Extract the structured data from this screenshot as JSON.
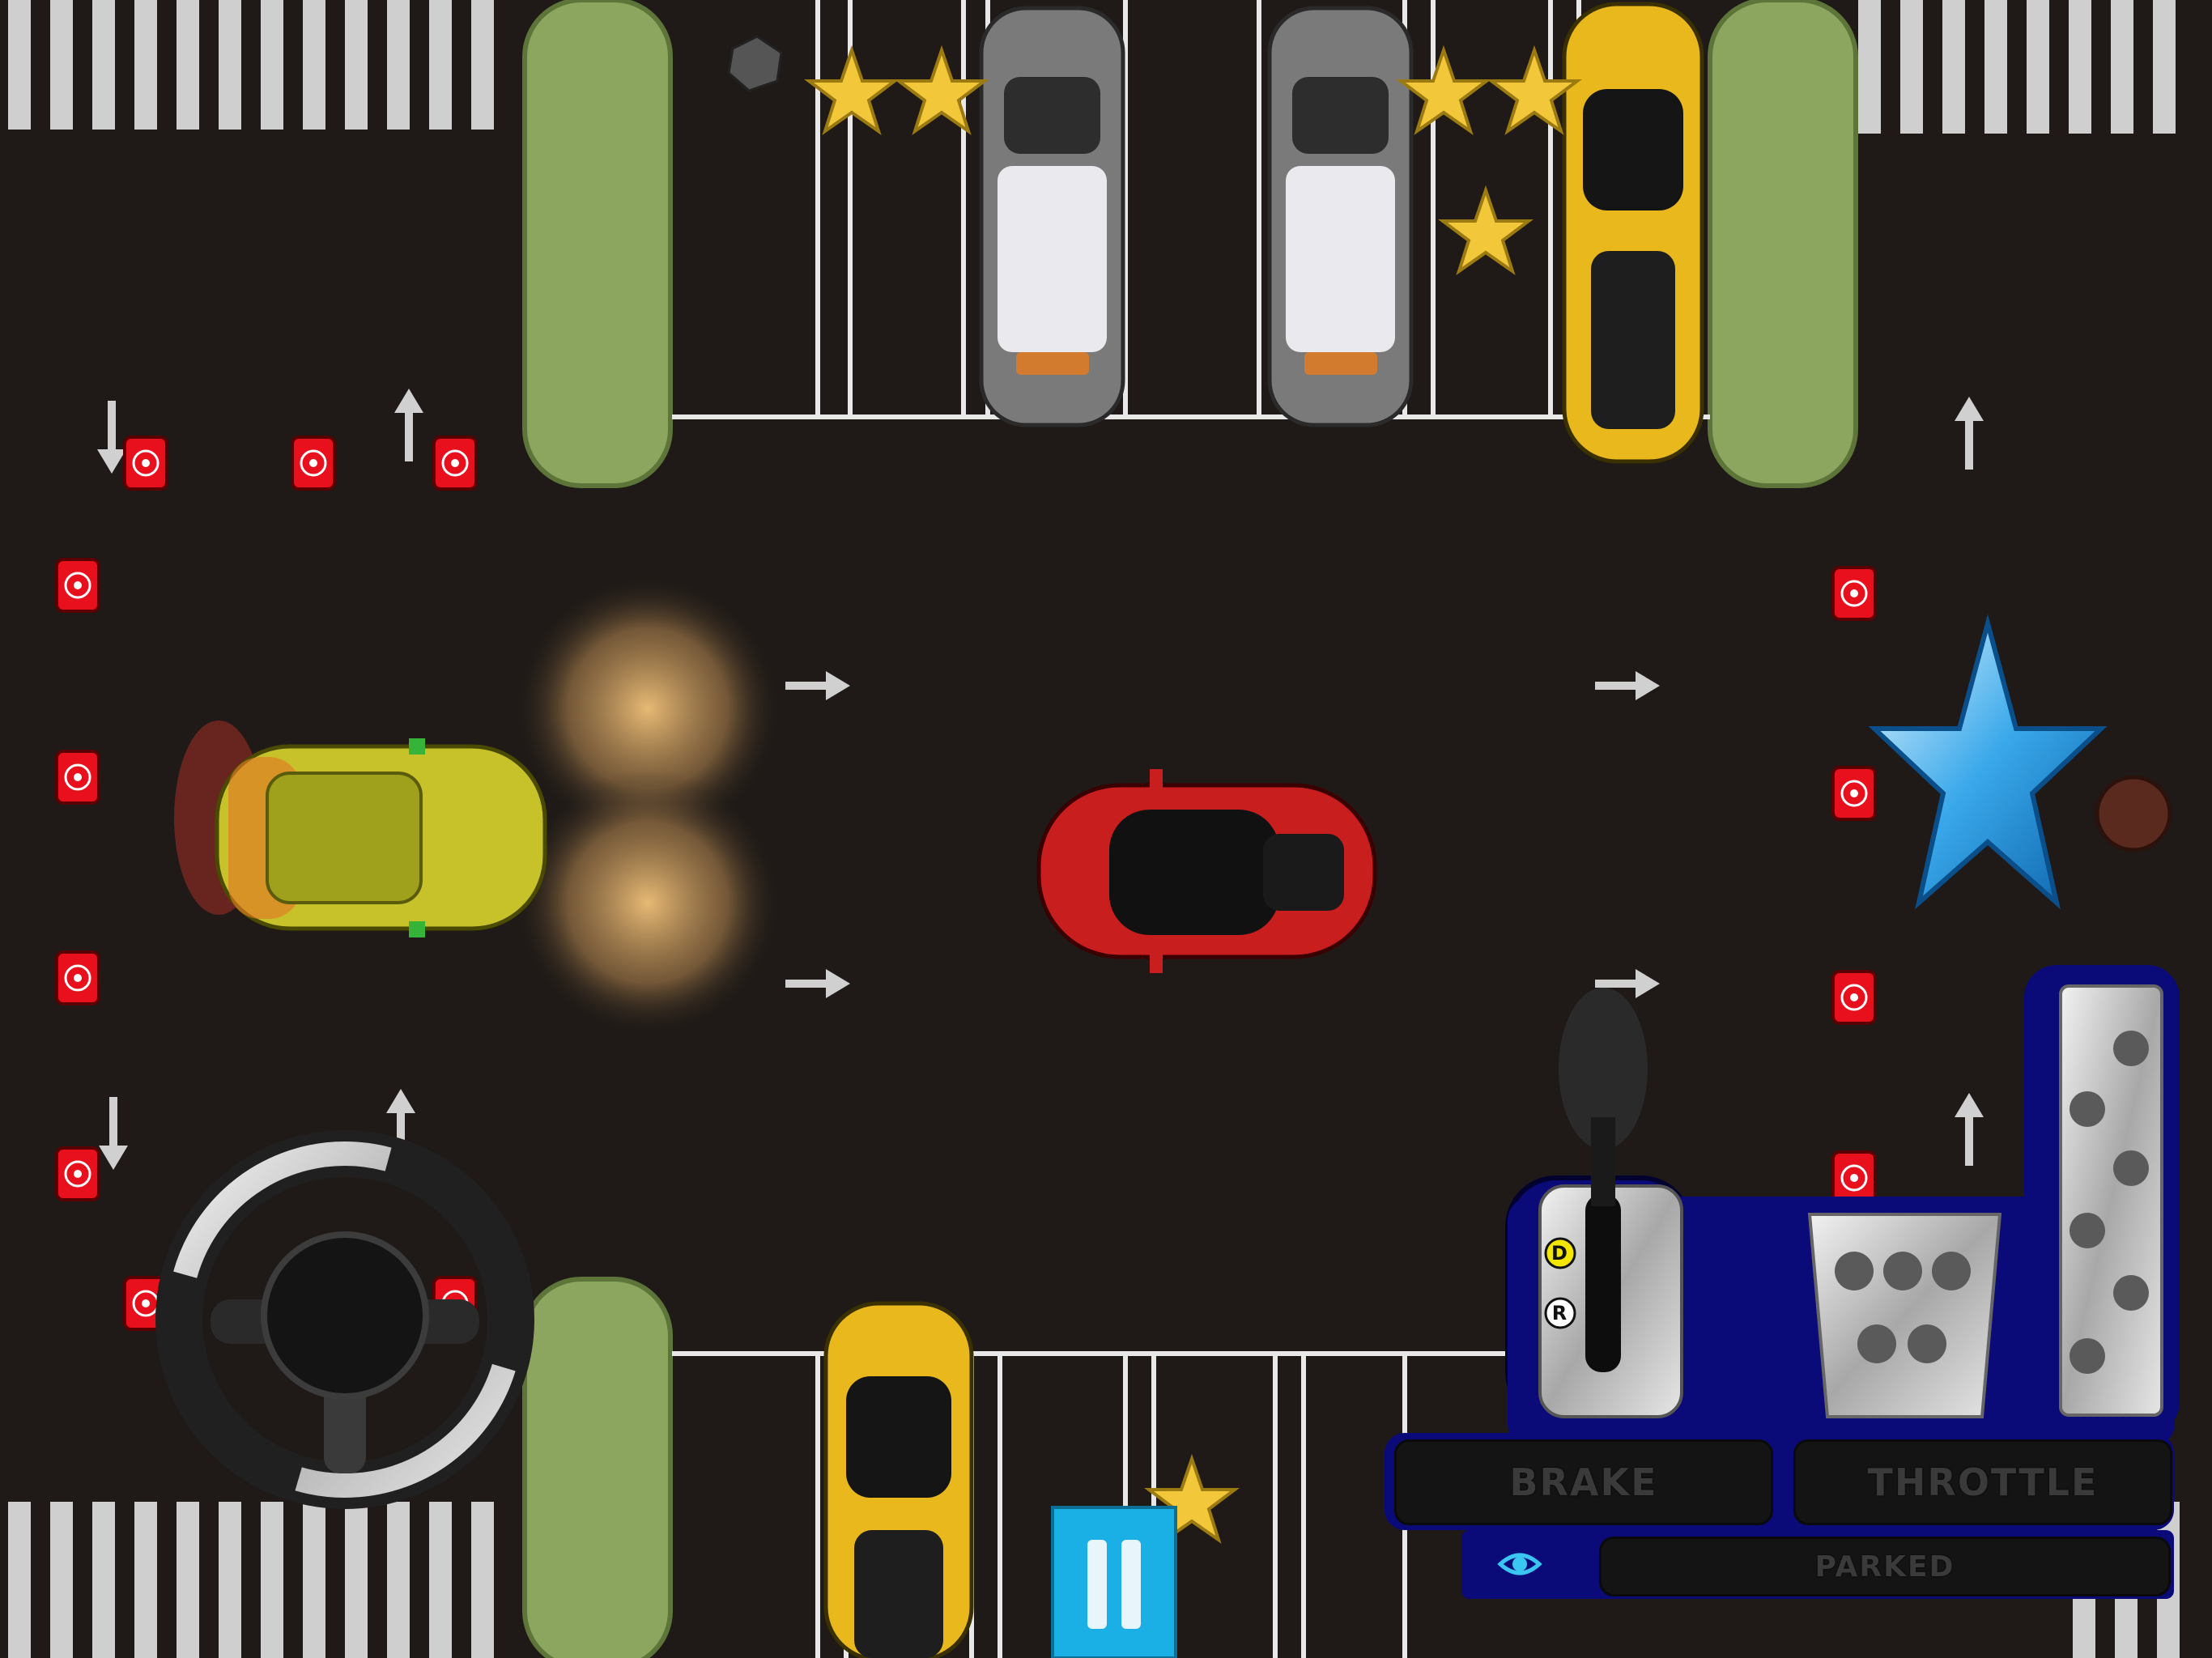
{
  "hud": {
    "brake_label": "BRAKE",
    "throttle_label": "THROTTLE",
    "status_text": "PARKED",
    "gear_drive": "D",
    "gear_reverse": "R"
  },
  "icons": {
    "pause": "pause-icon",
    "camera": "eye-icon",
    "steering": "steering-wheel-icon",
    "bonus_star": "blue-star-icon",
    "collectible_star": "gold-star-icon"
  },
  "colors": {
    "road": "#1f1a17",
    "grass": "#8da65f",
    "hud_panel": "#0a0a78",
    "pause_button": "#1ab0e6",
    "player_car": "#c81e1e",
    "cone": "#e8101c"
  }
}
